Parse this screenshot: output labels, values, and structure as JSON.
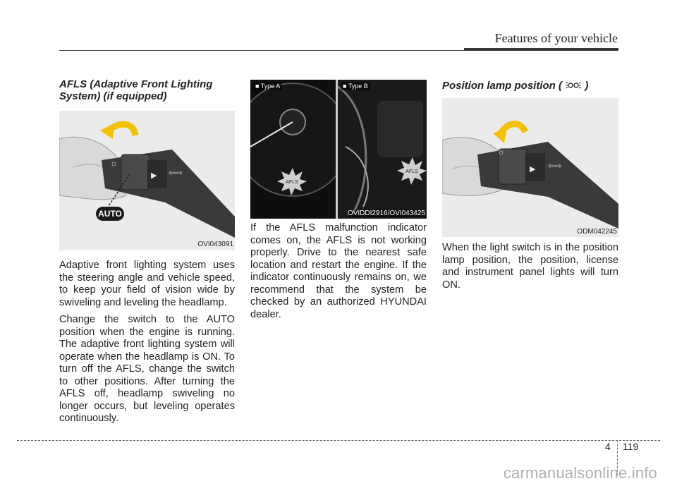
{
  "header": {
    "section_title": "Features of your vehicle"
  },
  "left_column": {
    "heading": "AFLS (Adaptive Front Lighting System) (if equipped)",
    "figure": {
      "caption": "OVI043091",
      "badge": "AUTO"
    },
    "paragraphs": [
      "Adaptive front lighting system uses the steering angle and vehicle speed, to keep your field of vision wide by swiveling and leveling the headlamp.",
      "Change the switch to the AUTO position when the engine is running. The adaptive front lighting system will operate when the headlamp is ON. To turn off the AFLS, change the switch to other positions. After turning the AFLS off, headlamp swiveling no longer occurs, but leveling operates continuously."
    ]
  },
  "middle_column": {
    "figure": {
      "caption": "OVIDDI2916/OVI043425",
      "type_a": "■ Type A",
      "type_b": "■ Type B",
      "indicator_label": "AFLS"
    },
    "paragraphs": [
      "If the AFLS malfunction indicator comes on, the AFLS is not working properly. Drive to the nearest safe location and restart the engine. If the indicator continuously remains on, we recommend that the system be checked by an authorized HYUNDAI dealer."
    ]
  },
  "right_column": {
    "heading_prefix": "Position lamp position (",
    "heading_suffix": ")",
    "figure": {
      "caption": "ODM042245"
    },
    "paragraphs": [
      "When the light switch is in the position lamp position, the position, license and instrument panel lights will turn ON."
    ]
  },
  "footer": {
    "chapter": "4",
    "page": "119",
    "watermark": "carmanualsonline.info"
  },
  "colors": {
    "arrow_yellow": "#f2c200",
    "gauge_bg": "#111111",
    "indicator_red": "#e04040"
  }
}
